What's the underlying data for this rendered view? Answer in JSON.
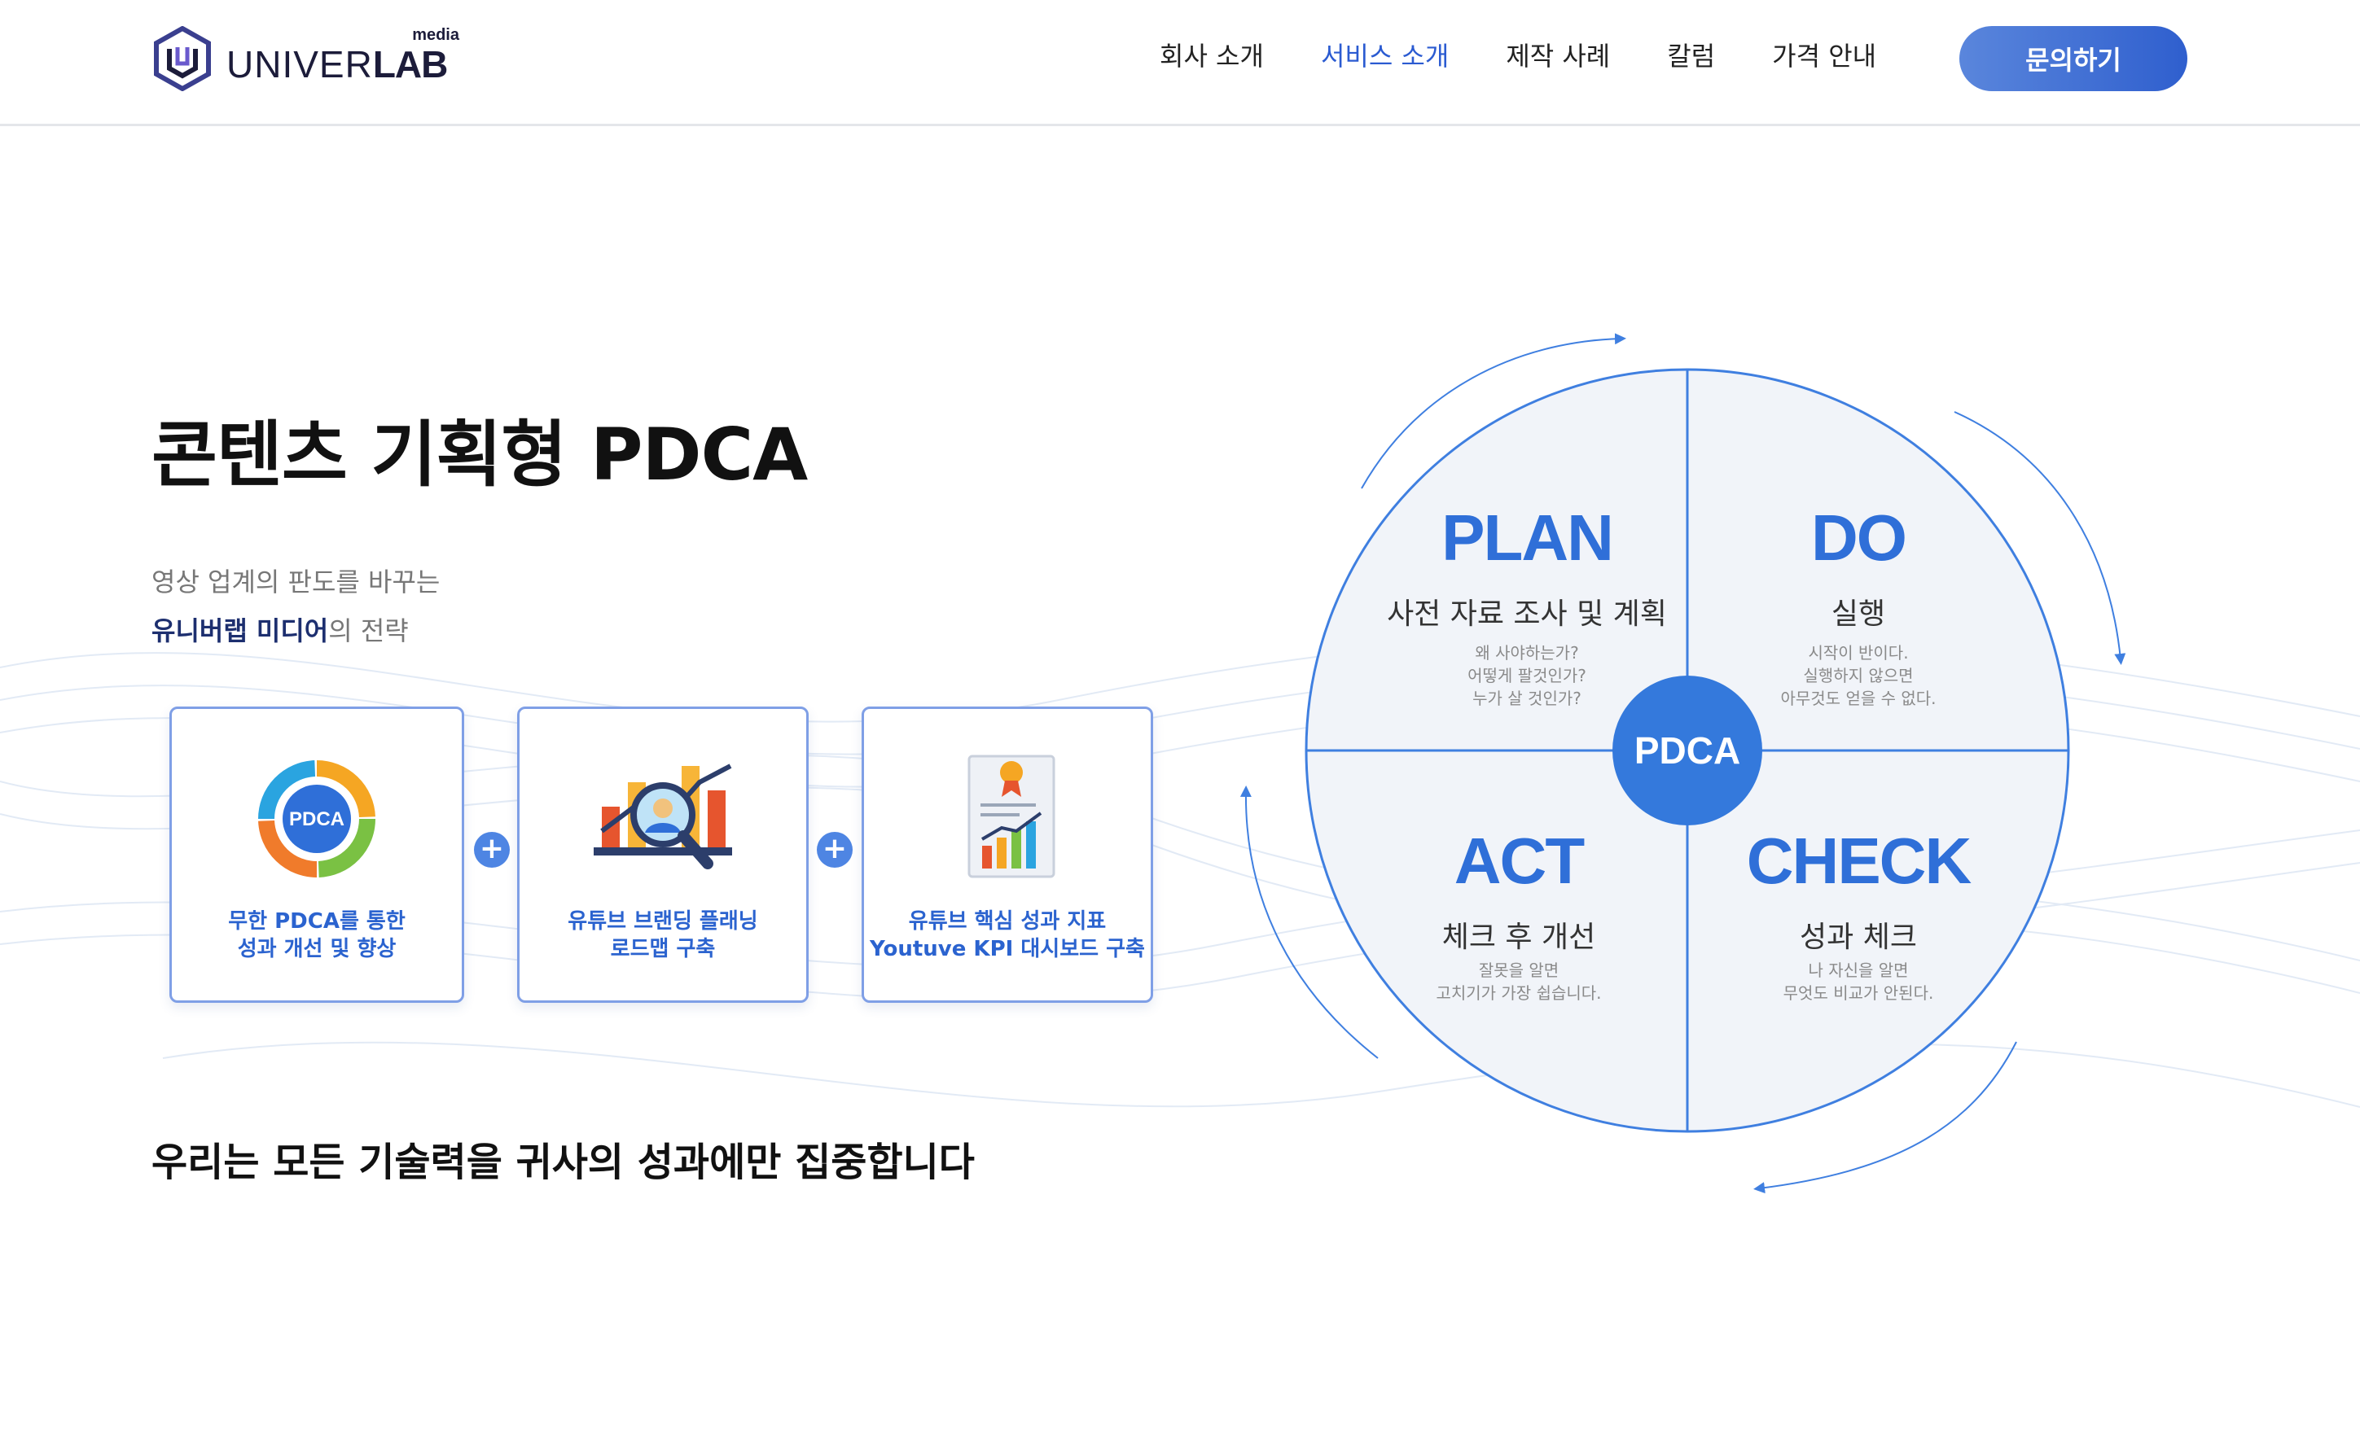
{
  "header": {
    "logo": {
      "superscript": "media",
      "word_main": "UNIVER",
      "word_bold": "LAB"
    },
    "nav": [
      {
        "label": "회사 소개",
        "active": false
      },
      {
        "label": "서비스 소개",
        "active": true
      },
      {
        "label": "제작 사례",
        "active": false
      },
      {
        "label": "칼럼",
        "active": false
      },
      {
        "label": "가격 안내",
        "active": false
      }
    ],
    "cta_label": "문의하기"
  },
  "hero": {
    "title": "콘텐츠 기획형 PDCA",
    "subtitle_line1": "영상 업계의 판도를 바꾸는",
    "subtitle_brand": "유니버랩 미디어",
    "subtitle_rest": "의 전략"
  },
  "cards": [
    {
      "label": "무한 PDCA를 통한\n성과 개선 및 향상",
      "icon": "pdca-cycle-icon",
      "icon_text": "PDCA"
    },
    {
      "label": "유튜브 브랜딩 플래닝\n로드맵 구축",
      "icon": "chart-magnifier-icon"
    },
    {
      "label": "유튜브 핵심 성과 지표\nYoutuve KPI 대시보드 구축",
      "icon": "report-award-icon"
    }
  ],
  "plus_symbol": "+",
  "tagline": {
    "part1": "우리는 모든 기술력을 ",
    "strong": "귀사의 성과",
    "part2": "에만 집중합니다"
  },
  "pdca": {
    "center": "PDCA",
    "quadrants": {
      "plan": {
        "title": "PLAN",
        "subtitle": "사전 자료 조사 및 계획",
        "desc": "왜 사야하는가?\n어떻게 팔것인가?\n누가 살 것인가?"
      },
      "do": {
        "title": "DO",
        "subtitle": "실행",
        "desc": "시작이 반이다.\n실행하지 않으면\n아무것도 얻을 수 없다."
      },
      "act": {
        "title": "ACT",
        "subtitle": "체크 후 개선",
        "desc": "잘못을 알면\n고치기가 가장 쉽습니다."
      },
      "check": {
        "title": "CHECK",
        "subtitle": "성과 체크",
        "desc": "나 자신을 알면\n무엇도 비교가 안된다."
      }
    }
  },
  "colors": {
    "accent": "#2f6fd8",
    "nav_active": "#2b5bd1",
    "brand_navy": "#1d2f6f",
    "circle_fill": "#f1f4f9",
    "card_border": "#7f9fe6"
  }
}
